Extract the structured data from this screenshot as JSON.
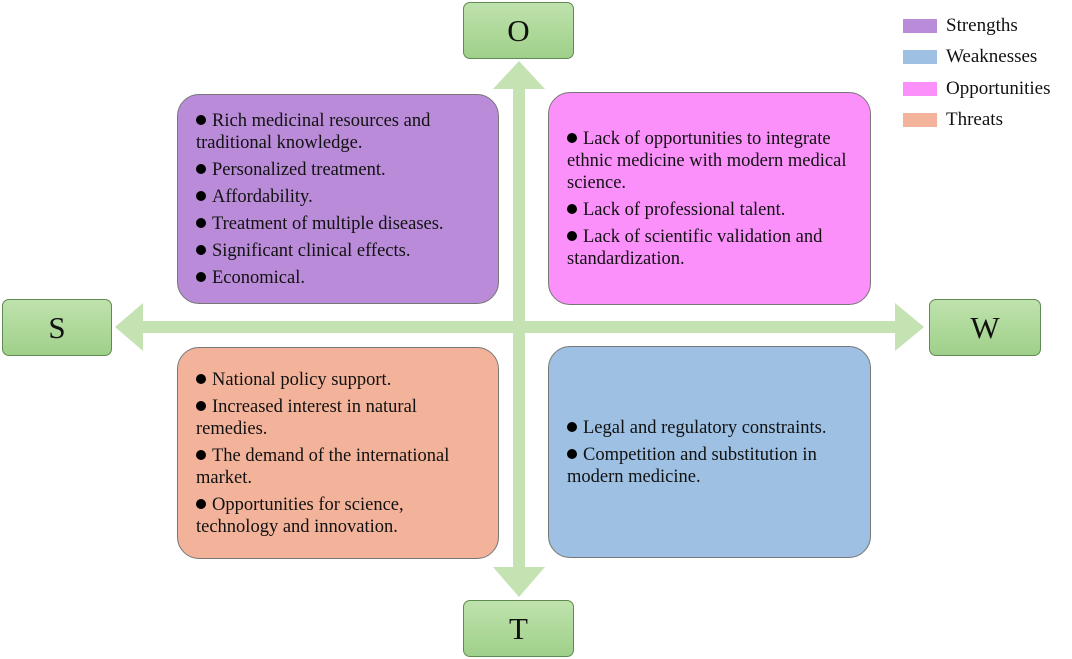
{
  "axes": {
    "top": "O",
    "bottom": "T",
    "left": "S",
    "right": "W"
  },
  "legend": [
    {
      "label": "Strengths",
      "color": "#b98bd8"
    },
    {
      "label": "Weaknesses",
      "color": "#9dc0e3"
    },
    {
      "label": "Opportunities",
      "color": "#fb90fb"
    },
    {
      "label": "Threats",
      "color": "#f3b39a"
    }
  ],
  "quadrants": {
    "strengths": {
      "color": "#b98bd8",
      "items": [
        "Rich medicinal resources and traditional knowledge.",
        "Personalized treatment.",
        "Affordability.",
        "Treatment of multiple diseases.",
        "Significant clinical effects.",
        "Economical."
      ]
    },
    "opportunities": {
      "color": "#fb90fb",
      "items": [
        "Lack of opportunities to integrate ethnic medicine with modern medical science.",
        "Lack of professional talent.",
        "Lack of scientific validation and standardization."
      ]
    },
    "threats": {
      "color": "#f3b39a",
      "items": [
        "National policy support.",
        "Increased interest in natural remedies.",
        "The demand of the international market.",
        "Opportunities for science, technology and innovation."
      ]
    },
    "weaknesses": {
      "color": "#9dc0e3",
      "items": [
        "Legal and regulatory constraints.",
        "Competition and substitution in modern medicine."
      ]
    }
  },
  "colors": {
    "arrow": "#c5e2b3",
    "axis_box": "#a9d694"
  }
}
